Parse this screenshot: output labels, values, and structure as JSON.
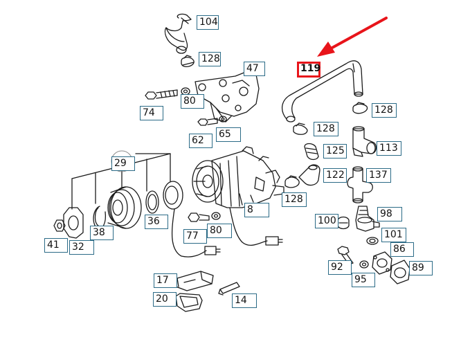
{
  "colors": {
    "line": "#1a1a1a",
    "label_border": "#2a6a86",
    "highlight": "#e8141a",
    "background": "#ffffff"
  },
  "callouts": {
    "c104": "104",
    "c128a": "128",
    "c47": "47",
    "c119": "119",
    "c74": "74",
    "c80a": "80",
    "c128b": "128",
    "c65": "65",
    "c62": "62",
    "c128c": "128",
    "c125": "125",
    "c113": "113",
    "c29": "29",
    "c122": "122",
    "c137": "137",
    "c128d": "128",
    "c8": "8",
    "c98": "98",
    "c100": "100",
    "c36": "36",
    "c38": "38",
    "c77": "77",
    "c80b": "80",
    "c101": "101",
    "c41": "41",
    "c32": "32",
    "c86": "86",
    "c92": "92",
    "c89": "89",
    "c95": "95",
    "c17": "17",
    "c20": "20",
    "c14": "14"
  },
  "highlighted_part": "119",
  "pointer_arrow_icon": "red-arrow-icon"
}
